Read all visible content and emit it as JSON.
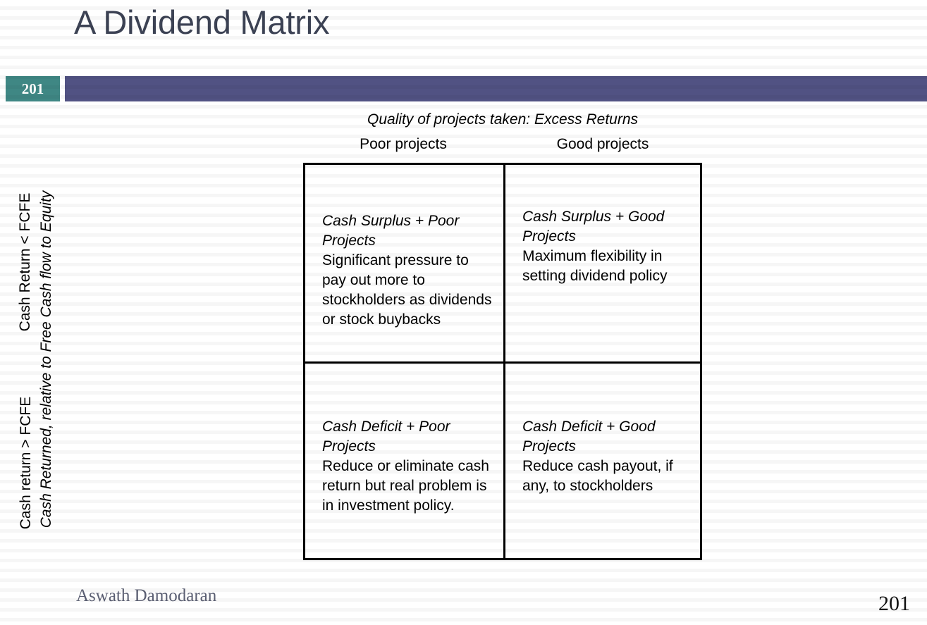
{
  "slide": {
    "title": "A Dividend Matrix",
    "badge_number": "201",
    "page_number": "201",
    "author": "Aswath Damodaran",
    "colors": {
      "title_text": "#3c4254",
      "badge_bg": "#3f8784",
      "header_bar_bg": "#515283",
      "footer_text": "#5b5f73",
      "matrix_border": "#000000"
    }
  },
  "matrix": {
    "column_axis_title": "Quality of projects taken: Excess Returns",
    "row_axis_title": "Cash Returned, relative to Free Cash flow to Equity",
    "column_headers": [
      "Poor projects",
      "Good projects"
    ],
    "row_headers": [
      "Cash Return < FCFE",
      "Cash return > FCFE"
    ],
    "cells": {
      "top_left": {
        "heading": "Cash Surplus + Poor Projects",
        "body": "Significant pressure to pay out more to stockholders as dividends or stock buybacks"
      },
      "top_right": {
        "heading": "Cash Surplus + Good Projects",
        "body": "Maximum flexibility in setting dividend policy"
      },
      "bottom_left": {
        "heading": "Cash Deficit + Poor Projects",
        "body": "Reduce or eliminate cash return but real problem is in investment policy."
      },
      "bottom_right": {
        "heading": "Cash Deficit + Good Projects",
        "body": "Reduce cash payout, if any, to stockholders"
      }
    }
  }
}
